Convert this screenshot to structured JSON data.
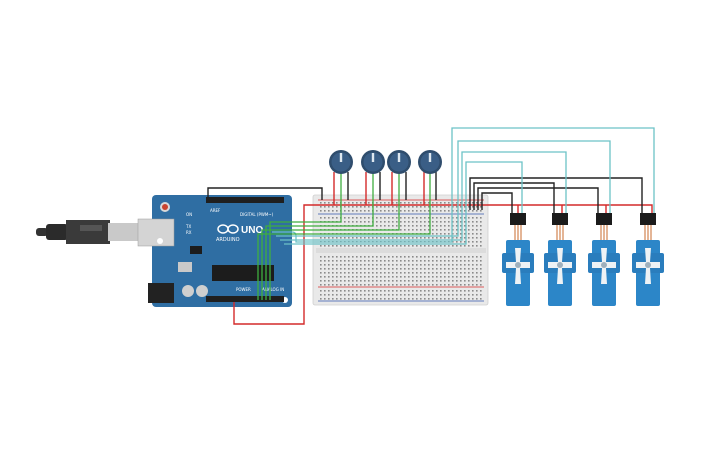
{
  "board": {
    "brand": "UNO",
    "logo_text": "ARDUINO",
    "digital_label": "DIGITAL (PWM~)",
    "power_label": "POWER",
    "analog_label": "ANALOG IN",
    "aref_label": "AREF",
    "tx_label": "TX",
    "rx_label": "RX",
    "on_label": "ON"
  },
  "components": {
    "potentiometers": [
      "pot-1",
      "pot-2",
      "pot-3",
      "pot-4"
    ],
    "servos": [
      "servo-1",
      "servo-2",
      "servo-3",
      "servo-4"
    ]
  },
  "colors": {
    "board": "#2f6ea3",
    "breadboard": "#e9e9e9",
    "wire_red": "#d42a2a",
    "wire_black": "#222222",
    "wire_green": "#3fae3f",
    "wire_cyan": "#6cc2c6",
    "servo": "#2c86c8",
    "pot_knob": "#3a5e86"
  }
}
